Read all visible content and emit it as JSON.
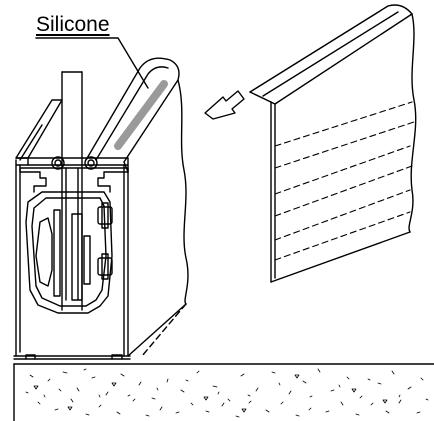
{
  "callout": {
    "label": "Silicone"
  },
  "parts": {
    "cover_panel_icon": "angled-cover-panel",
    "insert_arrow_icon": "insert-direction-arrow",
    "profile_icon": "aluminium-rail-profile",
    "sealant_icon": "silicone-bead",
    "substrate_icon": "concrete-floor"
  },
  "colors": {
    "line": "#000000",
    "silicone": "#9a9a9a",
    "background": "#ffffff"
  }
}
